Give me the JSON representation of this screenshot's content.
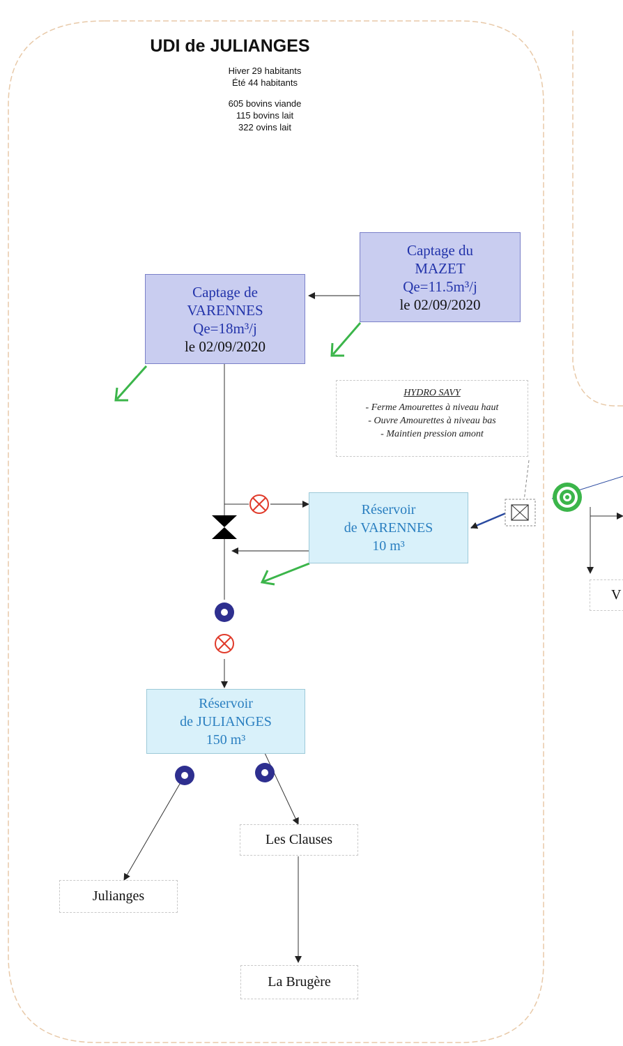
{
  "header": {
    "title": "UDI de JULIANGES",
    "population": [
      "Hiver 29 habitants",
      "Été 44 habitants"
    ],
    "livestock": [
      "605 bovins viande",
      "115 bovins lait",
      "322 ovins lait"
    ]
  },
  "captages": {
    "mazet": {
      "line1": "Captage du",
      "line2": "MAZET",
      "flow": "Qe=11.5m³/j",
      "date": "le 02/09/2020"
    },
    "varennes": {
      "line1": "Captage de",
      "line2": "VARENNES",
      "flow": "Qe=18m³/j",
      "date": "le 02/09/2020"
    }
  },
  "reservoirs": {
    "varennes": {
      "line1": "Réservoir",
      "line2": "de VARENNES",
      "capacity": "10 m³"
    },
    "julianges": {
      "line1": "Réservoir",
      "line2": "de JULIANGES",
      "capacity": "150 m³"
    }
  },
  "hydro_note": {
    "title": "HYDRO SAVY",
    "items": [
      "- Ferme Amourettes à niveau haut",
      "- Ouvre Amourettes à niveau bas",
      "- Maintien pression amont"
    ]
  },
  "places": {
    "les_clauses": "Les Clauses",
    "julianges": "Julianges",
    "la_brugere": "La Brugère",
    "right_cut": "V"
  },
  "colors": {
    "captage_fill": "#c9cdf0",
    "reservoir_fill": "#d9f1fa",
    "reservoir_text": "#2a7fc0",
    "counter_ring": "#2e2f8f",
    "valve_red": "#e03a2a",
    "green_arrow": "#3bb54a"
  }
}
